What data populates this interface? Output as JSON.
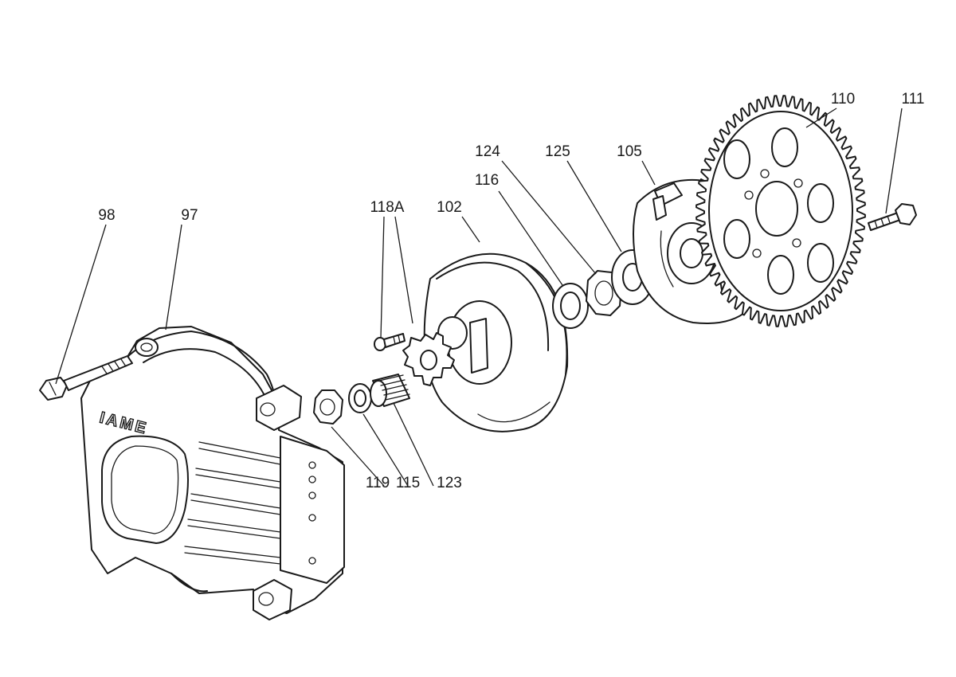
{
  "diagram": {
    "brand_text": "IAME",
    "labels": {
      "p98": "98",
      "p97": "97",
      "p118a": "118A",
      "p102": "102",
      "p116": "116",
      "p124": "124",
      "p125": "125",
      "p105": "105",
      "p110": "110",
      "p111": "111",
      "p119": "119",
      "p115": "115",
      "p123": "123"
    }
  }
}
